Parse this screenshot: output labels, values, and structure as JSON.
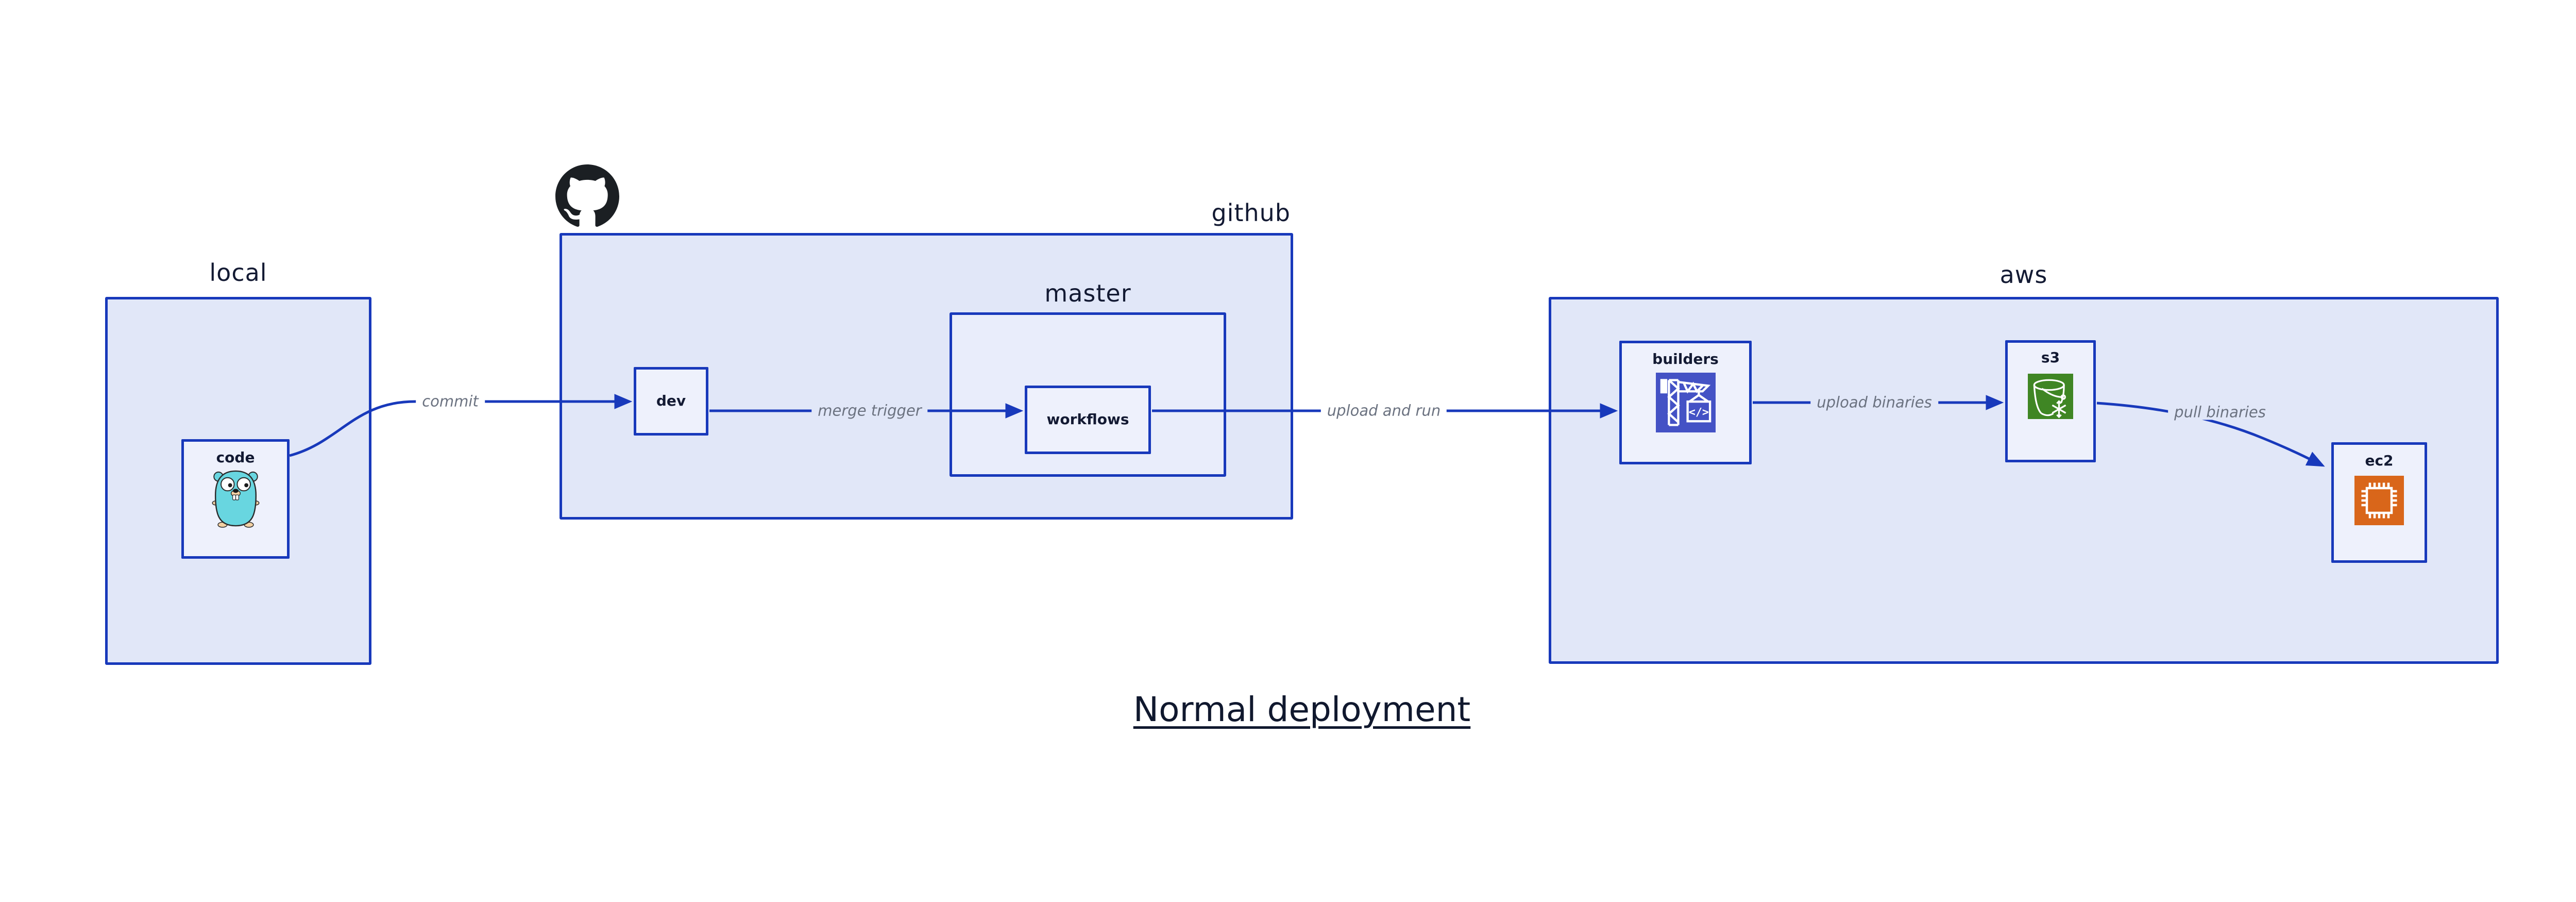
{
  "diagram": {
    "title": "Normal deployment"
  },
  "groups": {
    "local": {
      "label": "local"
    },
    "github": {
      "label": "github"
    },
    "master": {
      "label": "master"
    },
    "aws": {
      "label": "aws"
    }
  },
  "nodes": {
    "code": {
      "label": "code",
      "icon": "go-gopher-icon"
    },
    "dev": {
      "label": "dev"
    },
    "workflows": {
      "label": "workflows"
    },
    "builders": {
      "label": "builders",
      "icon": "aws-codebuild-crane-icon"
    },
    "s3": {
      "label": "s3",
      "icon": "s3-bucket-snowflake-icon"
    },
    "ec2": {
      "label": "ec2",
      "icon": "ec2-chip-icon"
    }
  },
  "edges": {
    "commit": {
      "label": "commit",
      "from": "code",
      "to": "dev"
    },
    "merge_trigger": {
      "label": "merge trigger",
      "from": "dev",
      "to": "workflows"
    },
    "upload_and_run": {
      "label": "upload and run",
      "from": "workflows",
      "to": "builders"
    },
    "upload_binaries": {
      "label": "upload binaries",
      "from": "builders",
      "to": "s3"
    },
    "pull_binaries": {
      "label": "pull binaries",
      "from": "s3",
      "to": "ec2"
    }
  },
  "icons": {
    "github_logo": "github-octocat-icon",
    "codebuild_glyph": "</>"
  },
  "colors": {
    "edge_blue": "#1839bb",
    "group_fill": "#e1e7f8",
    "subgroup_fill": "#e9edfb",
    "node_fill": "#eef1fc",
    "heading_navy": "#131a33",
    "edge_label_gray": "#6b7280",
    "codebuild_indigo": "#4452c5",
    "s3_green": "#3f8624",
    "ec2_orange": "#d9661a",
    "octocat_black": "#1b1f23",
    "gopher_teal": "#68d6e0",
    "gopher_tan": "#f2d0a2"
  }
}
